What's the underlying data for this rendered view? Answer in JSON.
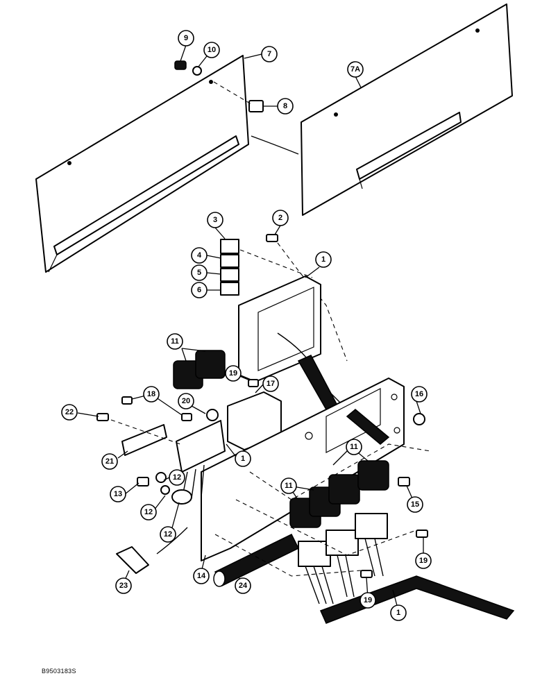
{
  "figure_id": "B9503183S",
  "callouts": {
    "c1a": "1",
    "c1b": "1",
    "c1c": "1",
    "c2": "2",
    "c3": "3",
    "c4": "4",
    "c5": "5",
    "c6": "6",
    "c7": "7",
    "c7a": "7A",
    "c8": "8",
    "c9": "9",
    "c10": "10",
    "c11a": "11",
    "c11b": "11",
    "c11c": "11",
    "c12a": "12",
    "c12b": "12",
    "c12c": "12",
    "c13": "13",
    "c14": "14",
    "c15": "15",
    "c16": "16",
    "c17": "17",
    "c18": "18",
    "c19a": "19",
    "c19b": "19",
    "c19c": "19",
    "c20": "20",
    "c21": "21",
    "c22": "22",
    "c23": "23",
    "c24": "24"
  }
}
